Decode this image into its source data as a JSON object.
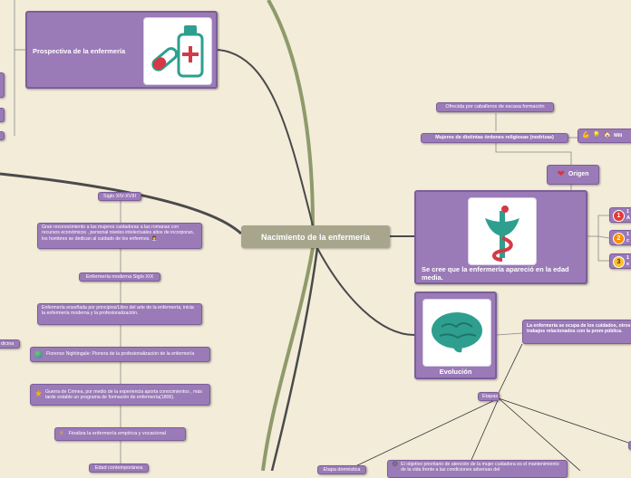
{
  "center": {
    "label": "Nacimiento de la enfermería"
  },
  "prospectiva": {
    "title": "Prospectiva de la enfermería",
    "icon": "medicine-bottle-pill-icon"
  },
  "siglo_xiv": {
    "label": "Siglo XIV-XVIII"
  },
  "reconocimiento": {
    "text": "Gran reconocimiento a las mujeres cuidadoras a las romanas con recursos económicos , personal niveles intelectuales altos de incorporan, los hombres se dedican al cuidado de los enfermos."
  },
  "moderna_xix": {
    "label": "Enfermería moderna Siglo XIX"
  },
  "ensenada": {
    "text": "Enfermería enseñada por principios/Libro del arte de la enfermería, inicia la enfermería moderna y la profesionalización."
  },
  "nightingale": {
    "text": "Florence Nightingale:  Pionera de la profesionalización de la enfermería",
    "icon": "globe-icon"
  },
  "crimea": {
    "text": "Guerra de Crimea, por medio de la experiencia aporta conocimientos , más tarde estable un programa de formación de enfermería(1806).",
    "icon": "star-icon"
  },
  "finaliza": {
    "text": "Finaliza la enfermería empírica y vocacional",
    "icon": "lightning-icon"
  },
  "contemporanea": {
    "label": "Edad contemporánea"
  },
  "medicina_stub": {
    "label": "dicina"
  },
  "ofrecida": {
    "label": "Ofrecida por caballeros de escasa formación"
  },
  "mujeres": {
    "label": "Mujeres de distintas órdenes  religiosas (nodrizas)"
  },
  "mili": {
    "label": "Mili"
  },
  "origen": {
    "label": "Origen",
    "icon": "heart-icon"
  },
  "edad_media": {
    "title": "Se cree que la enfermería apareció en la edad media.",
    "icon": "caduceus-icon"
  },
  "numbered": [
    {
      "num": "1",
      "text": "1\nA"
    },
    {
      "num": "2",
      "text": "1\nc"
    },
    {
      "num": "3",
      "text": "1\ne"
    }
  ],
  "evolucion": {
    "title": "Evolución",
    "icon": "brain-icon"
  },
  "cuidado_text": {
    "text": "La enfermería se ocupa de los cuidados, otros trabajos relacionados con la prom pública."
  },
  "etapas": {
    "label": "Etapas"
  },
  "objetivo": {
    "text": "El objetivo prioritario de atención de la mujer cuidadora es el mantenimiento de la vida frente a las condiciones adversas del"
  },
  "bottom_stub": {
    "label": "Etapa doméstica"
  },
  "colors": {
    "node": "#9b7ab8",
    "center": "#a8a58d",
    "branch_green": "#8f9a6a",
    "branch_dark": "#4a4a4a",
    "background": "#f2ecd9"
  }
}
